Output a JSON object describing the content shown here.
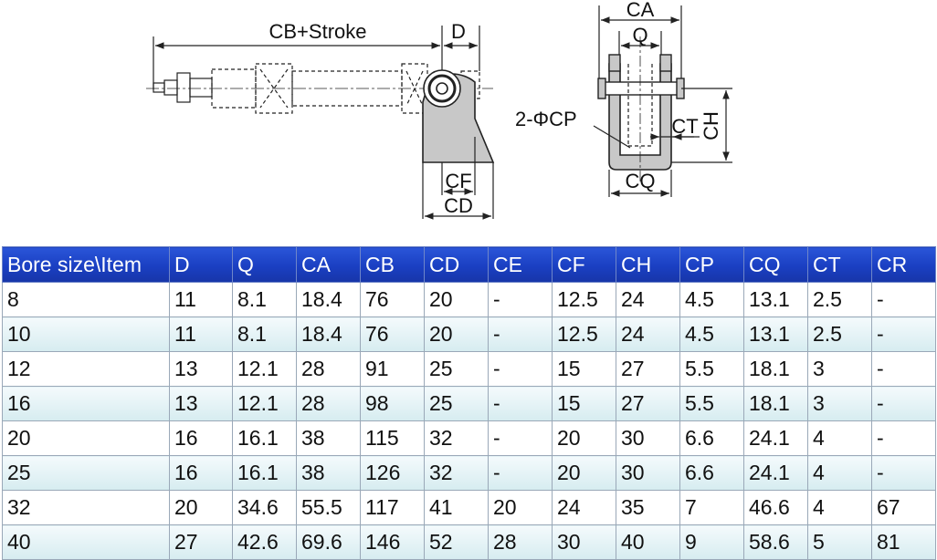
{
  "drawing": {
    "labels": {
      "cb_stroke": "CB+Stroke",
      "d": "D",
      "cf": "CF",
      "cd": "CD",
      "ca": "CA",
      "q": "Q",
      "cp": "2-ΦCP",
      "ct": "CT",
      "ch": "CH",
      "cq": "CQ"
    },
    "colors": {
      "bracket_fill": "#c8c8c8",
      "line": "#222222"
    }
  },
  "table": {
    "headers": [
      "Bore size\\Item",
      "D",
      "Q",
      "CA",
      "CB",
      "CD",
      "CE",
      "CF",
      "CH",
      "CP",
      "CQ",
      "CT",
      "CR"
    ],
    "rows": [
      [
        "8",
        "11",
        "8.1",
        "18.4",
        "76",
        "20",
        "-",
        "12.5",
        "24",
        "4.5",
        "13.1",
        "2.5",
        "-"
      ],
      [
        "10",
        "11",
        "8.1",
        "18.4",
        "76",
        "20",
        "-",
        "12.5",
        "24",
        "4.5",
        "13.1",
        "2.5",
        "-"
      ],
      [
        "12",
        "13",
        "12.1",
        "28",
        "91",
        "25",
        "-",
        "15",
        "27",
        "5.5",
        "18.1",
        "3",
        "-"
      ],
      [
        "16",
        "13",
        "12.1",
        "28",
        "98",
        "25",
        "-",
        "15",
        "27",
        "5.5",
        "18.1",
        "3",
        "-"
      ],
      [
        "20",
        "16",
        "16.1",
        "38",
        "115",
        "32",
        "-",
        "20",
        "30",
        "6.6",
        "24.1",
        "4",
        "-"
      ],
      [
        "25",
        "16",
        "16.1",
        "38",
        "126",
        "32",
        "-",
        "20",
        "30",
        "6.6",
        "24.1",
        "4",
        "-"
      ],
      [
        "32",
        "20",
        "34.6",
        "55.5",
        "117",
        "41",
        "20",
        "24",
        "35",
        "7",
        "46.6",
        "4",
        "67"
      ],
      [
        "40",
        "27",
        "42.6",
        "69.6",
        "146",
        "52",
        "28",
        "30",
        "40",
        "9",
        "58.6",
        "5",
        "81"
      ]
    ]
  }
}
